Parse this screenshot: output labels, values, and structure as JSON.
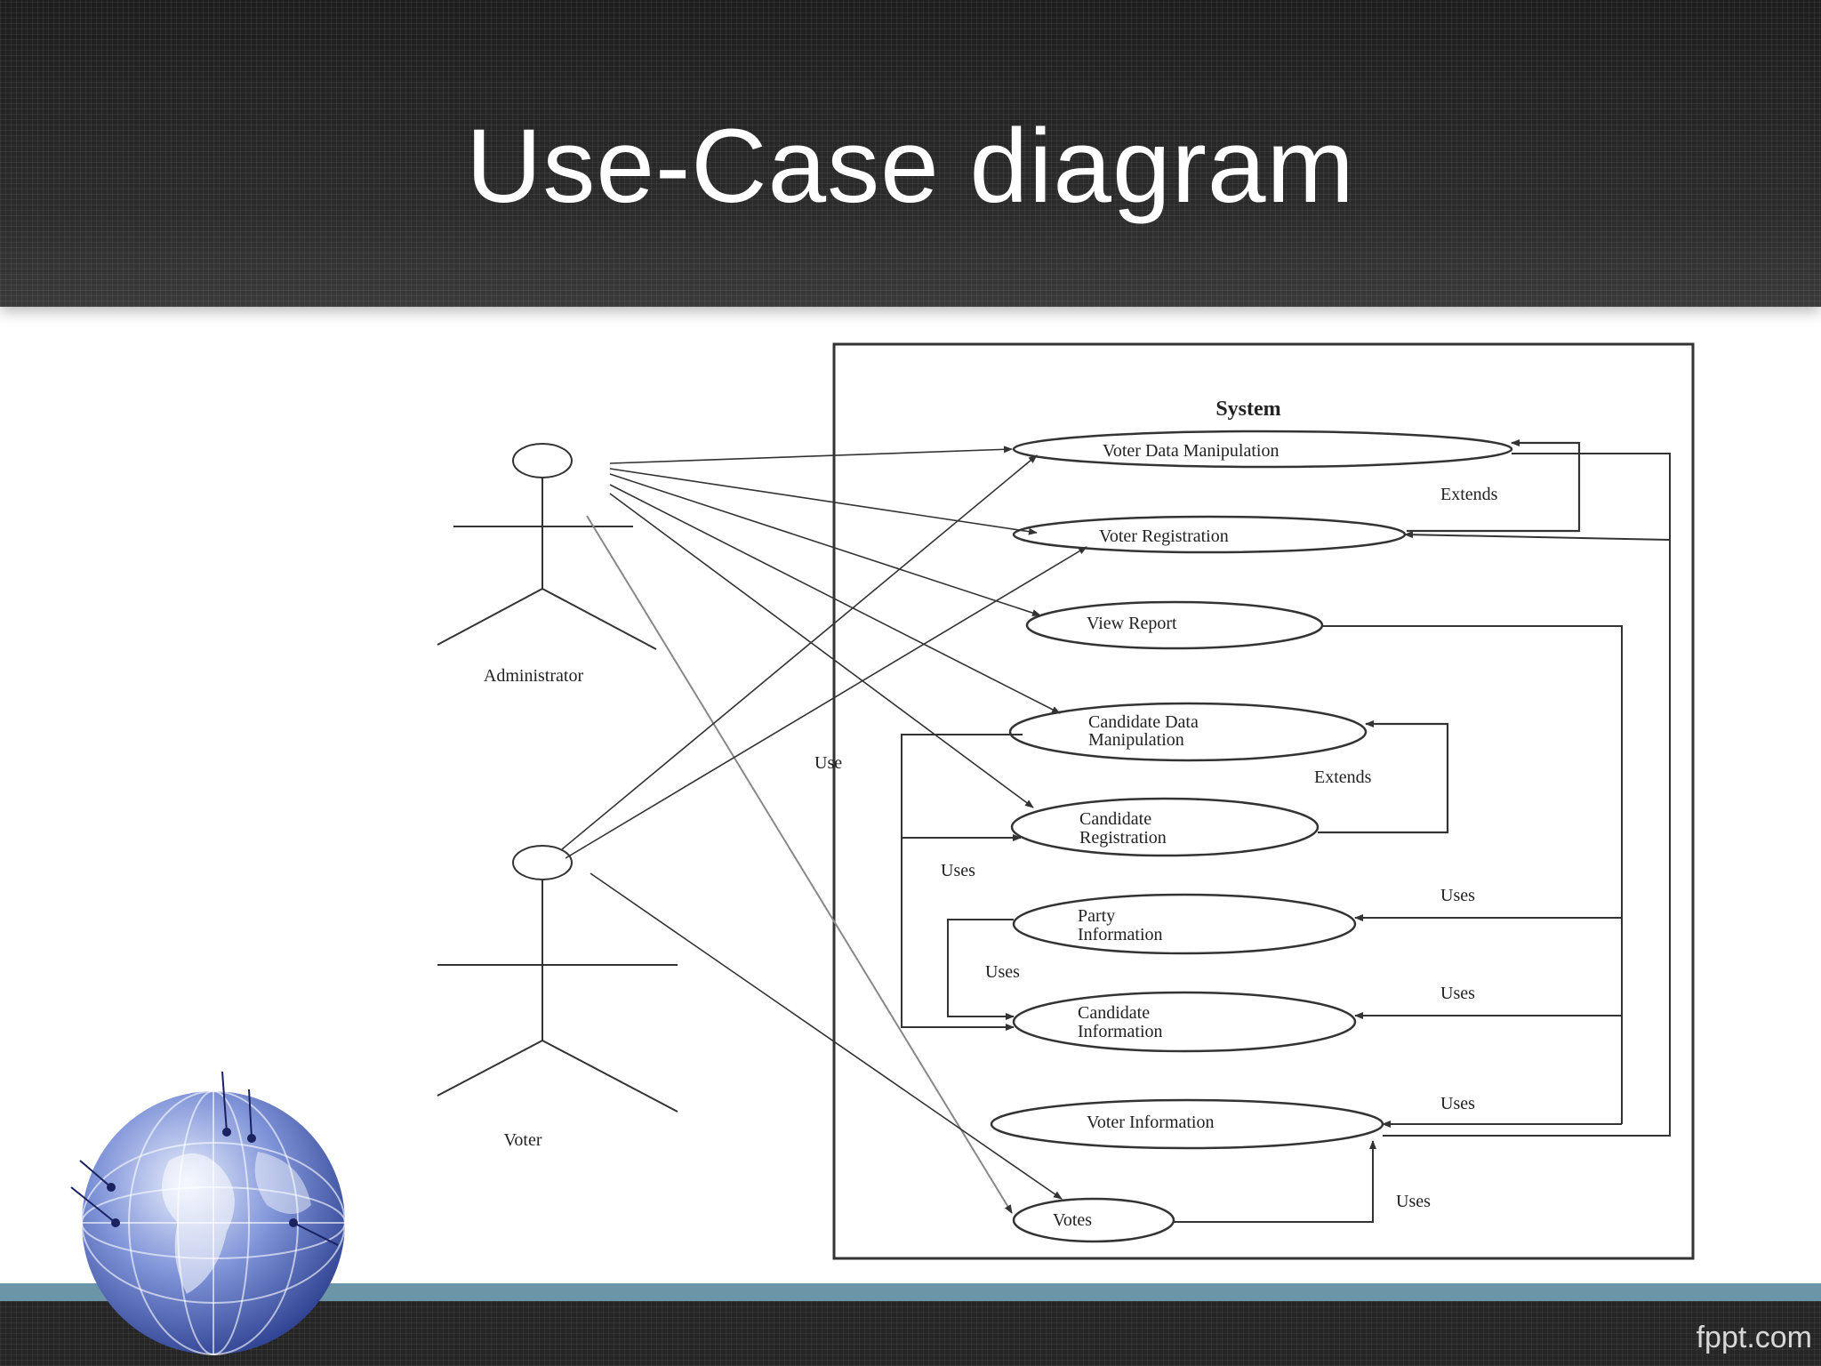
{
  "slide": {
    "title": "Use-Case diagram",
    "brand": "fppt.com"
  },
  "diagram": {
    "system_label": "System",
    "actors": [
      {
        "id": "administrator",
        "label": "Administrator"
      },
      {
        "id": "voter",
        "label": "Voter"
      }
    ],
    "use_cases": [
      {
        "id": "voter-data-manipulation",
        "lines": [
          "Voter Data Manipulation"
        ]
      },
      {
        "id": "voter-registration",
        "lines": [
          "Voter Registration"
        ]
      },
      {
        "id": "view-report",
        "lines": [
          "View Report"
        ]
      },
      {
        "id": "candidate-data-manipulation",
        "lines": [
          "Candidate Data",
          "Manipulation"
        ]
      },
      {
        "id": "candidate-registration",
        "lines": [
          "Candidate",
          "Registration"
        ]
      },
      {
        "id": "party-information",
        "lines": [
          "Party",
          "Information"
        ]
      },
      {
        "id": "candidate-information",
        "lines": [
          "Candidate",
          "Information"
        ]
      },
      {
        "id": "voter-information",
        "lines": [
          "Voter Information"
        ]
      },
      {
        "id": "votes",
        "lines": [
          "Votes"
        ]
      }
    ],
    "relation_labels": [
      {
        "id": "extends-1",
        "text": "Extends"
      },
      {
        "id": "extends-2",
        "text": "Extends"
      },
      {
        "id": "use",
        "text": "Use"
      },
      {
        "id": "uses-left-1",
        "text": "Uses"
      },
      {
        "id": "uses-left-2",
        "text": "Uses"
      },
      {
        "id": "uses-right-1",
        "text": "Uses"
      },
      {
        "id": "uses-right-2",
        "text": "Uses"
      },
      {
        "id": "uses-right-3",
        "text": "Uses"
      },
      {
        "id": "uses-right-4",
        "text": "Uses"
      }
    ]
  }
}
